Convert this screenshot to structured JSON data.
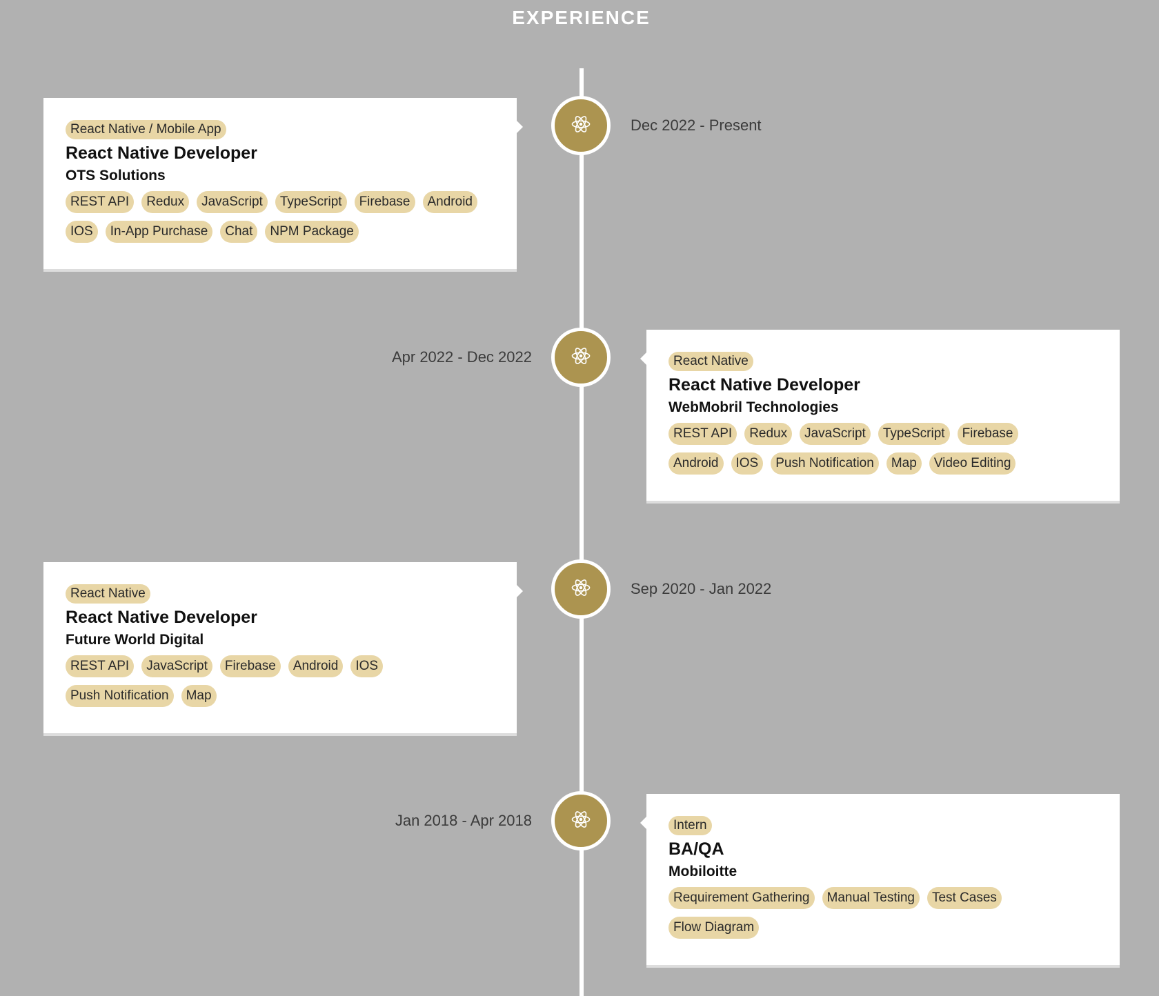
{
  "section": {
    "title": "EXPERIENCE"
  },
  "colors": {
    "background": "#b1b1b1",
    "accent": "#ac9450",
    "tag_bg": "#e8d6a6",
    "line": "#ffffff"
  },
  "experiences": [
    {
      "date": "Dec 2022 - Present",
      "category": "React Native / Mobile App",
      "role": "React Native Developer",
      "company": "OTS Solutions",
      "icon": "react-atom-icon",
      "tags": [
        "REST API",
        "Redux",
        "JavaScript",
        "TypeScript",
        "Firebase",
        "Android",
        "IOS",
        "In-App Purchase",
        "Chat",
        "NPM Package"
      ]
    },
    {
      "date": "Apr 2022 - Dec 2022",
      "category": "React Native",
      "role": "React Native Developer",
      "company": "WebMobril Technologies",
      "icon": "react-atom-icon",
      "tags": [
        "REST API",
        "Redux",
        "JavaScript",
        "TypeScript",
        "Firebase",
        "Android",
        "IOS",
        "Push Notification",
        "Map",
        "Video Editing"
      ]
    },
    {
      "date": "Sep 2020 - Jan 2022",
      "category": "React Native",
      "role": "React Native Developer",
      "company": "Future World Digital",
      "icon": "react-atom-icon",
      "tags": [
        "REST API",
        "JavaScript",
        "Firebase",
        "Android",
        "IOS",
        "Push Notification",
        "Map"
      ]
    },
    {
      "date": "Jan 2018 - Apr 2018",
      "category": "Intern",
      "role": "BA/QA",
      "company": "Mobiloitte",
      "icon": "react-atom-icon",
      "tags": [
        "Requirement Gathering",
        "Manual Testing",
        "Test Cases",
        "Flow Diagram"
      ]
    }
  ]
}
